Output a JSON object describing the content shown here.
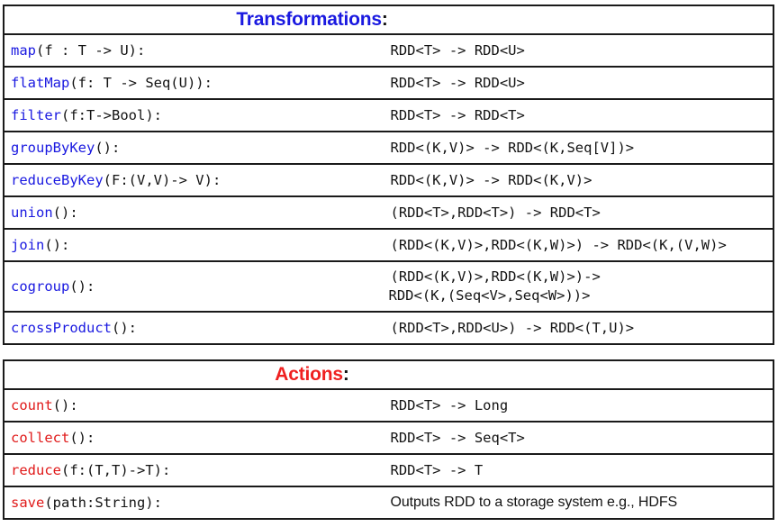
{
  "colors": {
    "transformation_accent": "#1a19e0",
    "action_accent": "#e01a1a",
    "text": "#141414",
    "border": "#1a1a1a",
    "background": "#ffffff"
  },
  "tables": [
    {
      "id": "transformations",
      "header": {
        "title": "Transformations",
        "colon": ":",
        "accent": "#1a19e0"
      },
      "rows": [
        {
          "name": "map",
          "args": "(f : T -> U):",
          "ret": "RDD<T> -> RDD<U>"
        },
        {
          "name": "flatMap",
          "args": "(f: T -> Seq(U)):",
          "ret": "RDD<T> -> RDD<U>"
        },
        {
          "name": "filter",
          "args": "(f:T->Bool):",
          "ret": "RDD<T> -> RDD<T>"
        },
        {
          "name": "groupByKey",
          "args": "():",
          "ret": "RDD<(K,V)> -> RDD<(K,Seq[V])>"
        },
        {
          "name": "reduceByKey",
          "args": "(F:(V,V)-> V):",
          "ret": "RDD<(K,V)> -> RDD<(K,V)>"
        },
        {
          "name": "union",
          "args": "():",
          "ret": "(RDD<T>,RDD<T>) -> RDD<T>"
        },
        {
          "name": "join",
          "args": "():",
          "ret": "(RDD<(K,V)>,RDD<(K,W)>) -> RDD<(K,(V,W)>"
        },
        {
          "name": "cogroup",
          "args": "():",
          "ret": "(RDD<(K,V)>,RDD<(K,W)>)->\nRDD<(K,(Seq<V>,Seq<W>))>"
        },
        {
          "name": "crossProduct",
          "args": "():",
          "ret": "(RDD<T>,RDD<U>) -> RDD<(T,U)>"
        }
      ]
    },
    {
      "id": "actions",
      "header": {
        "title": "Actions",
        "colon": ":",
        "accent": "#e01a1a"
      },
      "rows": [
        {
          "name": "count",
          "args": "():",
          "ret": "RDD<T> -> Long"
        },
        {
          "name": "collect",
          "args": "():",
          "ret": "RDD<T> -> Seq<T>"
        },
        {
          "name": "reduce",
          "args": "(f:(T,T)->T):",
          "ret": "RDD<T> -> T"
        },
        {
          "name": "save",
          "args": "(path:String):",
          "ret": "Outputs RDD to a storage system e.g., HDFS"
        }
      ]
    }
  ]
}
